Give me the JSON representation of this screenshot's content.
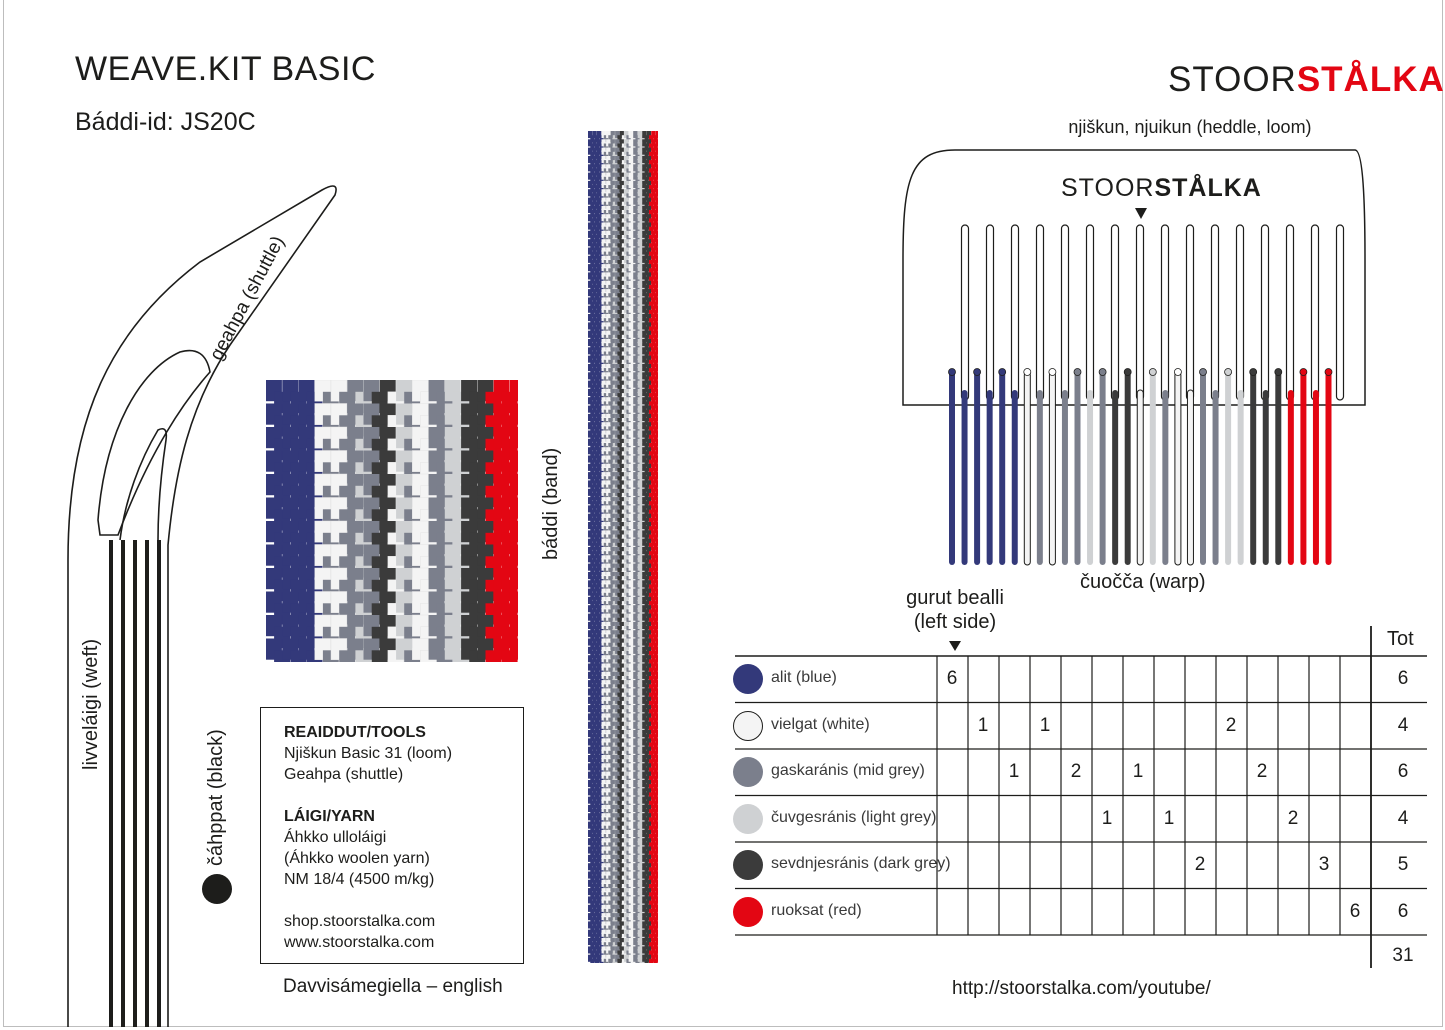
{
  "header": {
    "title": "WEAVE.KIT BASIC",
    "band_id": "Báddi-id: JS20C",
    "logo_part1": "STOOR",
    "logo_part2": "STÅLKA"
  },
  "colors": {
    "blue": "#33397a",
    "white": "#f4f4f4",
    "mid_grey": "#7b7f8c",
    "light_grey": "#cfd1d3",
    "dark_grey": "#3b3b3b",
    "red": "#e30613",
    "outline": "#1d1d1b"
  },
  "labels": {
    "shuttle": "geahpa (shuttle)",
    "weft": "livveláigi (weft)",
    "black": "čáhppat (black)",
    "band": "báddi (band)",
    "heddle": "njiškun, njuikun (heddle, loom)",
    "warp": "čuočča (warp)",
    "left_side_1": "gurut bealli",
    "left_side_2": "(left side)",
    "tot": "Tot"
  },
  "tools_box": {
    "tools_heading": "REAIDDUT/TOOLS",
    "tools_line1": "Njiškun Basic 31 (loom)",
    "tools_line2": "Geahpa (shuttle)",
    "yarn_heading": "LÁIGI/YARN",
    "yarn_line1": "Áhkko ulloláigi",
    "yarn_line2": "(Áhkko woolen yarn)",
    "yarn_line3": "NM 18/4 (4500 m/kg)",
    "web1": "shop.stoorstalka.com",
    "web2": "www.stoorstalka.com"
  },
  "footer": {
    "language": "Davvisámegiella – english",
    "youtube": "http://stoorstalka.com/youtube/"
  },
  "warp_table": {
    "rows": [
      {
        "label": "alit (blue)",
        "color": "blue",
        "cells": {
          "0": "6"
        },
        "total": "6"
      },
      {
        "label": "vielgat (white)",
        "color": "white",
        "cells": {
          "1": "1",
          "3": "1",
          "9": "2"
        },
        "total": "4"
      },
      {
        "label": "gaskaránis (mid grey)",
        "color": "mid_grey",
        "cells": {
          "2": "1",
          "4": "2",
          "6": "1",
          "10": "2"
        },
        "total": "6"
      },
      {
        "label": "čuvgesránis (light grey)",
        "color": "light_grey",
        "cells": {
          "5": "1",
          "7": "1",
          "11": "2"
        },
        "total": "4"
      },
      {
        "label": "sevdnjesránis (dark grey)",
        "color": "dark_grey",
        "cells": {
          "8": "2",
          "12": "3"
        },
        "total": "5"
      },
      {
        "label": "ruoksat (red)",
        "color": "red",
        "cells": {
          "13": "6"
        },
        "total": "6"
      }
    ],
    "grand_total": "31"
  },
  "threads": [
    "blue",
    "blue",
    "blue",
    "blue",
    "blue",
    "blue",
    "white",
    "mid_grey",
    "white",
    "mid_grey",
    "mid_grey",
    "light_grey",
    "mid_grey",
    "dark_grey",
    "dark_grey",
    "white",
    "light_grey",
    "mid_grey",
    "white",
    "white",
    "mid_grey",
    "mid_grey",
    "light_grey",
    "light_grey",
    "dark_grey",
    "dark_grey",
    "dark_grey",
    "red",
    "red",
    "red",
    "red"
  ]
}
